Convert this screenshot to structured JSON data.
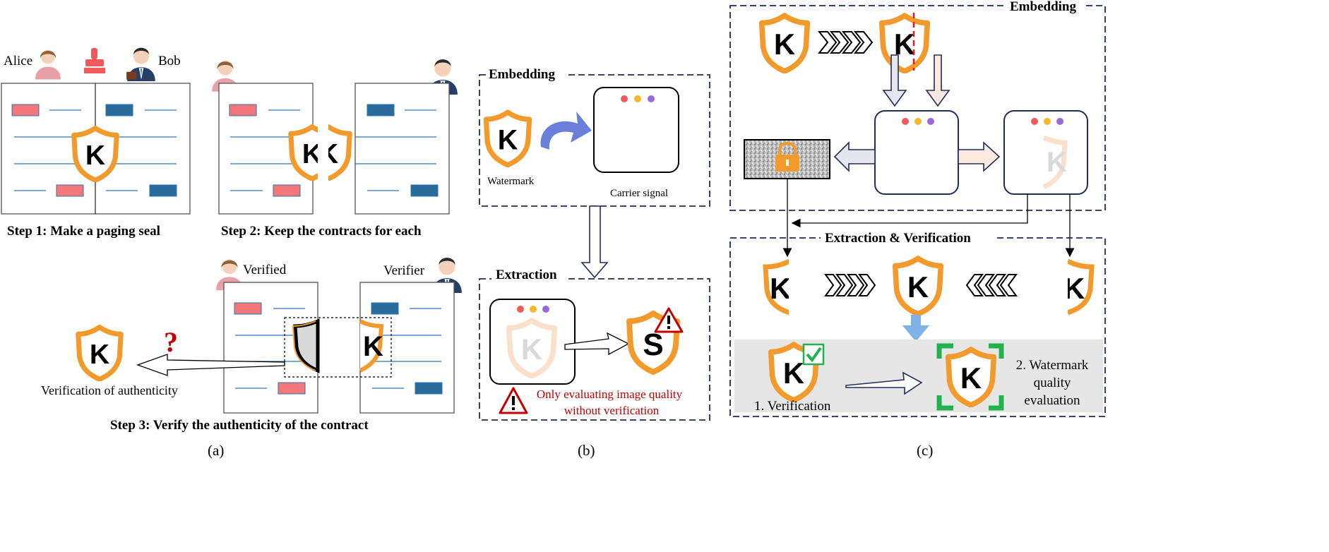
{
  "panel_a": {
    "alice": "Alice",
    "bob": "Bob",
    "step1": "Step 1: Make a paging seal",
    "step2": "Step 2: Keep the contracts for each",
    "verified": "Verified",
    "verifier": "Verifier",
    "verification_of_authenticity": "Verification of authenticity",
    "step3": "Step 3: Verify the authenticity of the contract",
    "question_mark": "?",
    "caption": "(a)"
  },
  "panel_b": {
    "embedding": "Embedding",
    "watermark": "Watermark",
    "carrier_signal": "Carrier signal",
    "extraction": "Extraction",
    "warning_line1": "Only evaluating image quality",
    "warning_line2": "without verification",
    "caption": "(b)"
  },
  "panel_c": {
    "embedding": "Embedding",
    "extraction_verification": "Extraction & Verification",
    "verification": "1. Verification",
    "quality_line1": "2. Watermark",
    "quality_line2": "quality",
    "quality_line3": "evaluation",
    "caption": "(c)"
  },
  "shield_letter": "K",
  "tampered_letter": "S",
  "colors": {
    "shield_orange": "#f39a2c",
    "doc_line": "#2e75b6",
    "red_rect": "#f4777a",
    "blue_rect": "#2a6b9c",
    "dashed_box": "#1f2d5a",
    "warning_red": "#c00000",
    "green_bracket": "#22b14c",
    "down_arrow_blue": "#7fb3e6"
  }
}
